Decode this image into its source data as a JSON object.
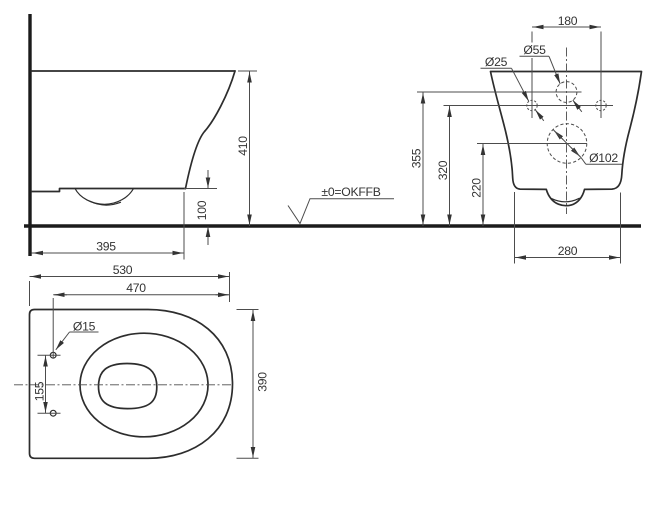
{
  "colors": {
    "background": "#ffffff",
    "line": "#333333"
  },
  "views": {
    "side": {
      "height": "410",
      "rim_height": "100",
      "depth": "395"
    },
    "datum": {
      "label": "±0=OKFFB"
    },
    "rear": {
      "hole_spacing": "180",
      "fixing_hole_dia": "Ø25",
      "supply_hole_dia": "Ø55",
      "drain_hole_dia": "Ø102",
      "supply_height": "355",
      "fixing_holes_height": "320",
      "drain_height": "220",
      "outlet_width": "280"
    },
    "top": {
      "length": "530",
      "holes_to_front": "470",
      "width": "390",
      "seat_holes_spacing": "155",
      "seat_hole_dia": "Ø15"
    }
  }
}
